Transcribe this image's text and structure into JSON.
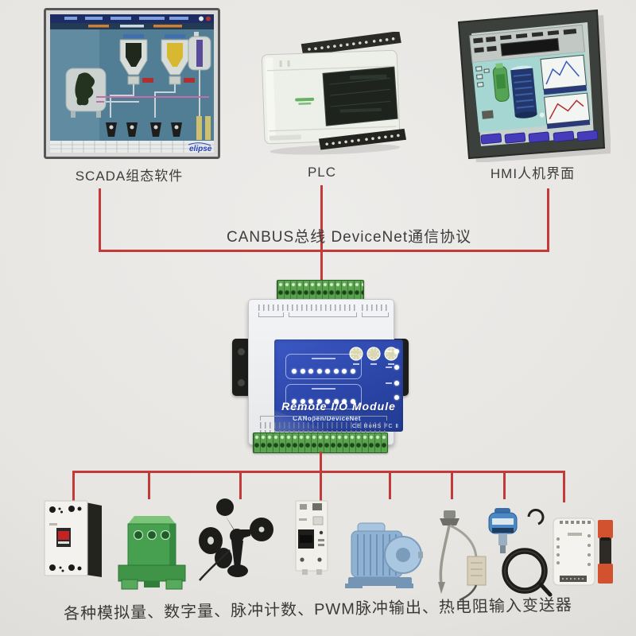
{
  "colors": {
    "paper": "#e7e5e1",
    "line-red": "#c23a3a",
    "module-blue": "#2b46a8",
    "terminal-green": "#58a54e",
    "ink": "#3d3d3d"
  },
  "top_row": {
    "items": [
      {
        "name": "scada",
        "label": "SCADA组态软件"
      },
      {
        "name": "plc",
        "label": "PLC"
      },
      {
        "name": "hmi",
        "label": "HMI人机界面"
      }
    ]
  },
  "scada": {
    "logo_text": "elipse"
  },
  "bus": {
    "label": "CANBUS总线 DeviceNet通信协议"
  },
  "module": {
    "title": "Remote I/O Module",
    "subtitle": "CANopen/DeviceNet",
    "certifications": "CE RoHS FC Ⅱ"
  },
  "bottom": {
    "caption": "各种模拟量、数字量、脉冲计数、PWM脉冲输出、热电阻输入变送器",
    "devices": [
      "molded-case-circuit-breaker",
      "current-transformer",
      "wind-speed-sensor-anemometer",
      "residual-current-circuit-breaker",
      "electric-motor",
      "thermal-resistance-temperature-probe",
      "pressure-level-transmitter",
      "signal-isolator-module"
    ]
  }
}
